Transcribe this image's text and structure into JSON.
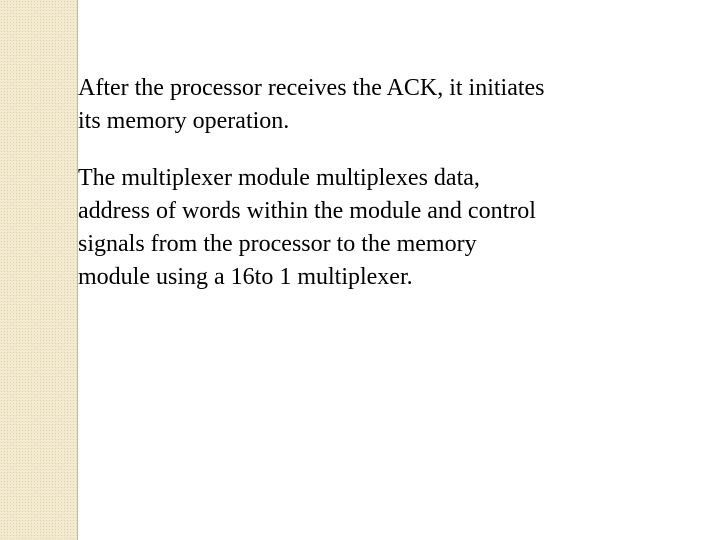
{
  "paragraphs": [
    {
      "lines": [
        "After the processor receives the ACK, it initiates",
        "its memory operation."
      ]
    },
    {
      "lines": [
        "The multiplexer module multiplexes data,",
        "address of words within the module and control",
        "signals from the processor to the memory",
        "module using a 16to 1 multiplexer."
      ]
    }
  ]
}
